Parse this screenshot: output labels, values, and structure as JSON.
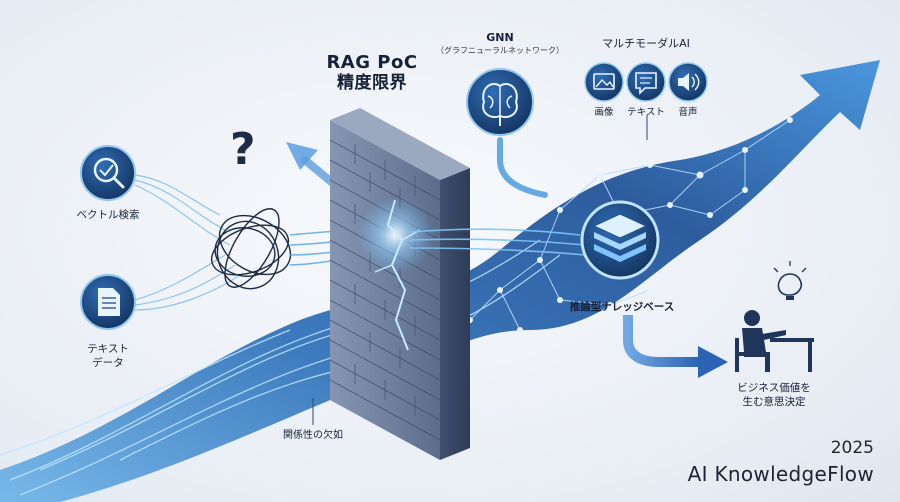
{
  "diagram": {
    "wall_title": [
      "RAG PoC",
      "精度限界"
    ],
    "question_mark": "?",
    "gnn": {
      "title": "GNN",
      "subtitle": "（グラフニューラルネットワーク）",
      "icon": "brain-icon"
    },
    "multimodal": {
      "title": "マルチモーダルAI",
      "items": [
        {
          "label": "画像",
          "icon": "image-icon"
        },
        {
          "label": "テキスト",
          "icon": "chat-bubble-icon"
        },
        {
          "label": "音声",
          "icon": "speaker-icon"
        }
      ]
    },
    "inputs": [
      {
        "label": "ベクトル検索",
        "icon": "vector-search-icon"
      },
      {
        "label_lines": [
          "テキスト",
          "データ"
        ],
        "icon": "document-icon"
      }
    ],
    "knowledge_base": {
      "label": "推論型ナレッジベース",
      "icon": "layered-database-icon"
    },
    "gap_label": "関係性の欠如",
    "outcome": {
      "label_lines": [
        "ビジネス価値を",
        "生む意思決定"
      ],
      "icon": "person-idea-icon"
    },
    "footer": {
      "year": "2025",
      "brand": "AI KnowledgeFlow"
    },
    "colors": {
      "primary": "#1e4f8f",
      "accent": "#3aa3e8",
      "dark": "#17325f",
      "wall": "#5f6f8c"
    }
  }
}
